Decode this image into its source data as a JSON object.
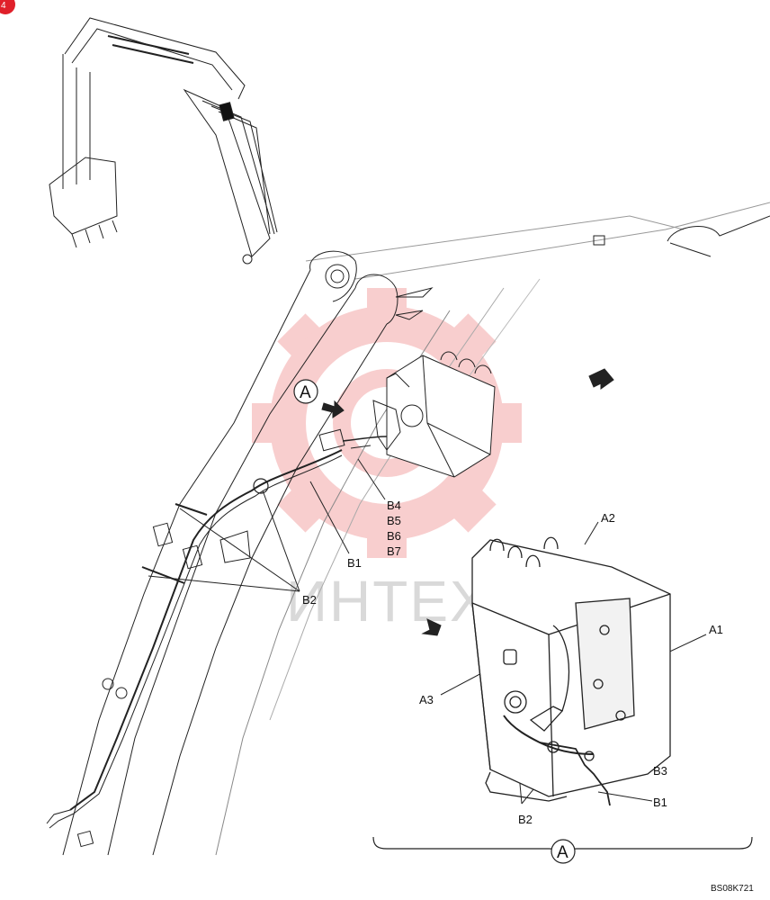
{
  "diagram": {
    "page_badge": "4",
    "labels": {
      "A_main": "A",
      "A_detail": "A",
      "A1": "A1",
      "A2": "A2",
      "A3": "A3",
      "B1_main": "B1",
      "B1_detail": "B1",
      "B2_main": "B2",
      "B2_detail": "B2",
      "B3": "B3",
      "B4": "B4",
      "B5": "B5",
      "B6": "B6",
      "B7": "B7"
    },
    "drawing_code": "BS08K721",
    "watermark_text": "ИНТЕХ",
    "colors": {
      "line": "#222222",
      "light_line": "#b8b8b8",
      "watermark": "#f7c9c9",
      "badge": "#e0202a"
    }
  }
}
